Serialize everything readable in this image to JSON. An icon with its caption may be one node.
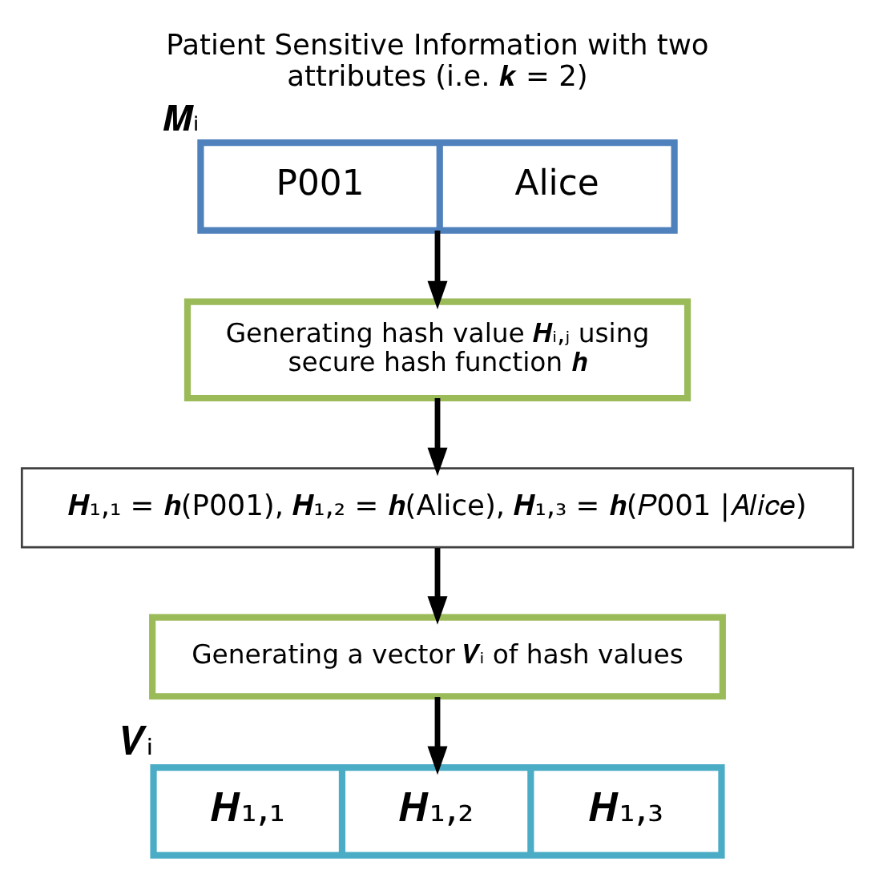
{
  "diagram": {
    "title": "Patient Sensitive Information with two attributes (i.e. 𝒌 = 2)",
    "nodes": [
      {
        "text": [
          "P001",
          "Alice"
        ],
        "beside": [
          "𝑴ᵢ"
        ]
      },
      {
        "text": [
          "Generating hash value 𝑯ᵢ,ⱼ using secure hash function 𝒉"
        ]
      },
      {
        "text": [
          "𝑯₁,₁ = 𝒉(P001), 𝑯₁,₂ = 𝒉(Alice), 𝑯₁,₃ = 𝒉(𝑃001 |𝐴𝑙𝑖𝑐𝑒)"
        ]
      },
      {
        "text": [
          "Generating a vector 𝑽ᵢ of hash values"
        ]
      },
      {
        "text": [
          "𝑯₁,₁",
          "𝑯₁,₂",
          "𝑯₁,₃"
        ],
        "beside": [
          "𝑽ᵢ"
        ]
      }
    ],
    "edges": [
      {
        "from": 0,
        "to": 1,
        "arrow": "to"
      },
      {
        "from": 1,
        "to": 2,
        "arrow": "to"
      },
      {
        "from": 2,
        "to": 3,
        "arrow": "to"
      },
      {
        "from": 3,
        "to": 4,
        "arrow": "to"
      }
    ]
  }
}
